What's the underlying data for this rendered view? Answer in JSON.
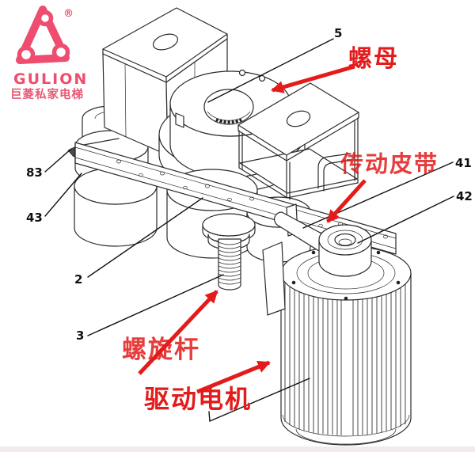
{
  "colors": {
    "logo_pink": "#ee4d6f",
    "annotation_red": "#e31b1b",
    "line_color": "#2b2b2b"
  },
  "logo": {
    "brand": "GULION",
    "registered": "®",
    "tagline": "巨菱私家电梯"
  },
  "callouts": {
    "c5": "5",
    "c41": "41",
    "c42": "42",
    "c83": "83",
    "c43": "43",
    "c2": "2",
    "c3": "3"
  },
  "annotations": {
    "nut": "螺母",
    "belt": "传动皮带",
    "screw": "螺旋杆",
    "motor": "驱动电机"
  }
}
